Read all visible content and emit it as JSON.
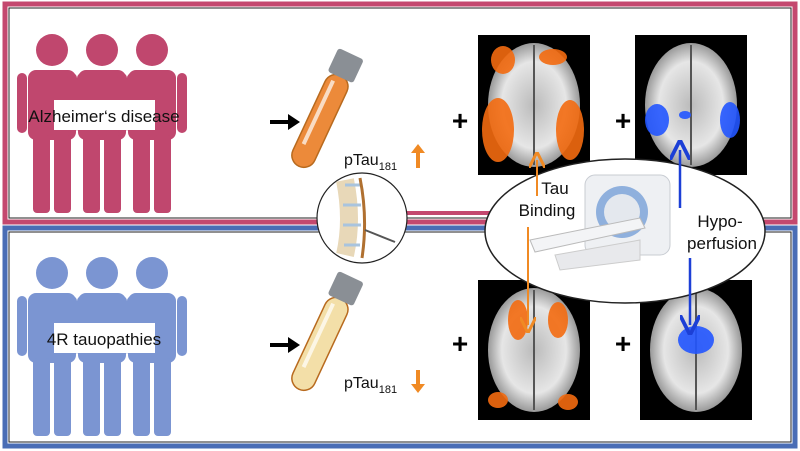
{
  "top_panel": {
    "group_label": "Alzheimer‘s disease",
    "biomarker": "pTau",
    "biomarker_sub": "181",
    "direction": "up",
    "plus1": "+",
    "plus2": "+"
  },
  "bottom_panel": {
    "group_label": "4R tauopathies",
    "biomarker": "pTau",
    "biomarker_sub": "181",
    "direction": "down",
    "plus1": "+",
    "plus2": "+"
  },
  "scanner_callout": {
    "tau_label_line1": "Tau",
    "tau_label_line2": "Binding",
    "perfusion_line1": "Hypo-",
    "perfusion_line2": "perfusion"
  },
  "colors": {
    "ad": "#c0476e",
    "ad_border": "#c4486f",
    "fourR": "#7b95d2",
    "fourR_border": "#4a6db5",
    "orange": "#f08a24",
    "blue_arrow": "#1c3fd6",
    "tau_signal": "#f36a10",
    "perfusion_signal": "#2255ff"
  }
}
